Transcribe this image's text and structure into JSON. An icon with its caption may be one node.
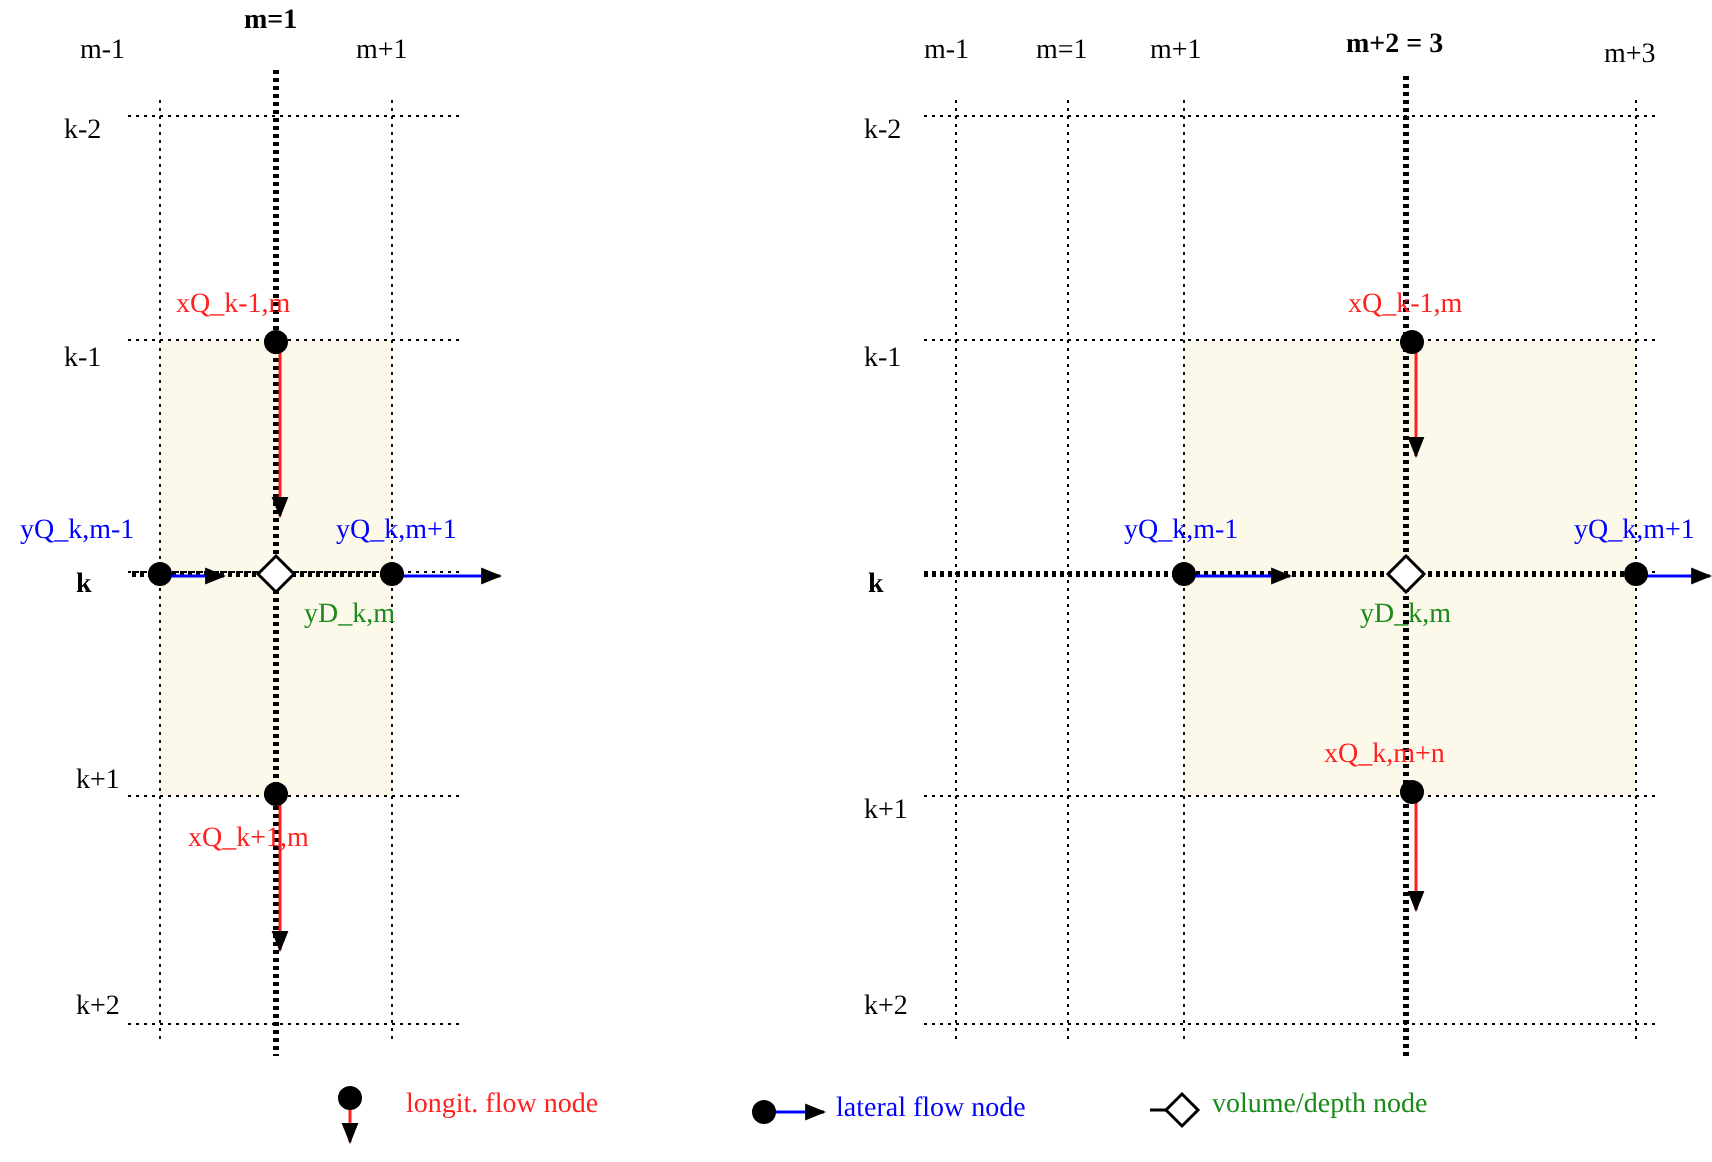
{
  "diagram": {
    "labels": [
      "m=1",
      "m-1",
      "m+1",
      "k-2",
      "xQ_k-1,m",
      "k-1",
      "yQ_k,m-1",
      "yQ_k,m+1",
      "k",
      "yD_k,m",
      "k+1",
      "xQ_k+1,m",
      "k+2",
      "m-1",
      "m=1",
      "m+1",
      "m+2 = 3",
      "m+3",
      "k-2",
      "xQ_k-1,m",
      "k-1",
      "yQ_k,m-1",
      "yQ_k,m+1",
      "k",
      "yD_k,m",
      "xQ_k,m+n",
      "k+1",
      "k+2"
    ],
    "legend": [
      {
        "text": "longit. flow node"
      },
      {
        "text": "lateral flow node"
      },
      {
        "text": "volume/depth node"
      }
    ]
  }
}
